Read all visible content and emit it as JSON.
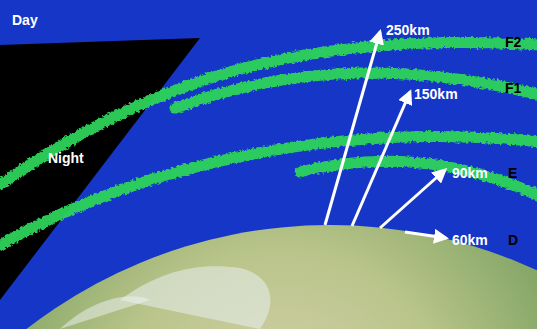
{
  "diagram": {
    "labels": [
      "Day",
      "Night",
      "250km",
      "F2",
      "150km",
      "F1",
      "90km",
      "E",
      "60km",
      "D"
    ]
  }
}
